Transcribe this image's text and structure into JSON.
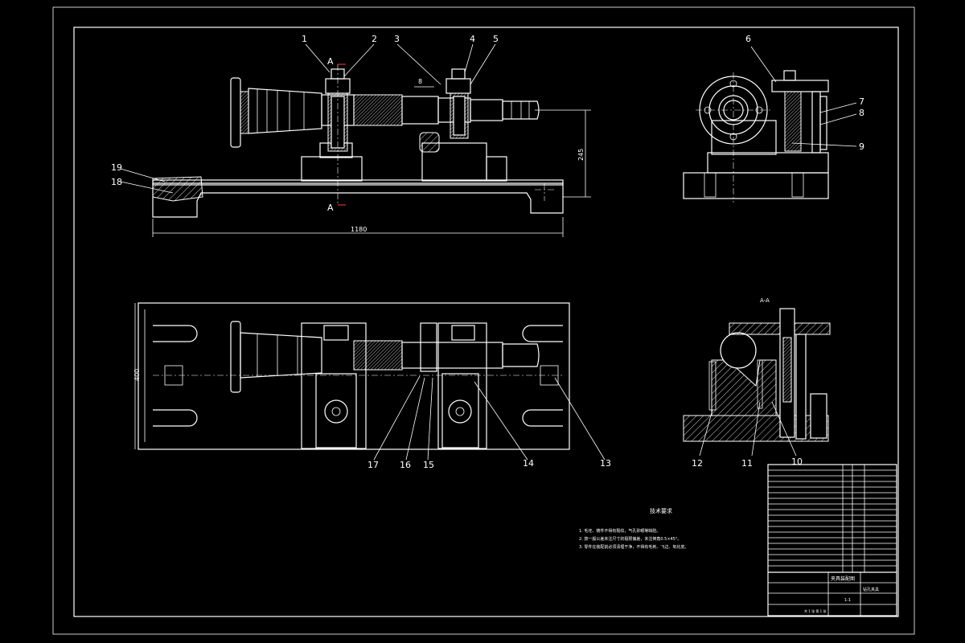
{
  "colors": {
    "background": "#000000",
    "line": "#ffffff",
    "accent": "#ff3b3b"
  },
  "front_view": {
    "section_mark_top": "A",
    "section_mark_bottom": "A",
    "dim_length": "1180",
    "dim_height": "245",
    "dim_small": "8",
    "callouts": [
      "1",
      "2",
      "3",
      "4",
      "5",
      "18",
      "19"
    ]
  },
  "side_view": {
    "callouts": [
      "6",
      "7",
      "8",
      "9"
    ]
  },
  "top_view": {
    "dim_width": "400",
    "callouts": [
      "13",
      "14",
      "15",
      "16",
      "17"
    ]
  },
  "section_view": {
    "title": "A-A",
    "callouts": [
      "10",
      "11",
      "12"
    ]
  },
  "notes": {
    "title": "技术要求",
    "items": [
      "1. 毛坯、铸件不得有裂纹，气孔砂眼等缺陷。",
      "2. 按一般公差未注尺寸的极限偏差，未注倒角0.5×45°。",
      "3. 零件在装配前必须清理干净，不得有毛刺、飞边、氧化皮。"
    ]
  },
  "title_block": {
    "drawing_name": "夹具装配图",
    "part_name": "钻孔夹具",
    "scale": "1:1",
    "sheet": "共 1 张 第 1 张"
  }
}
